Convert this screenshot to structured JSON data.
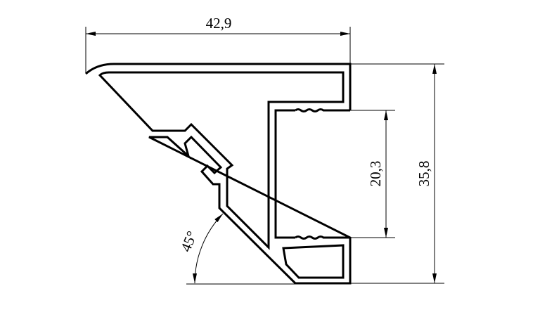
{
  "title": "Aluminium profile cross-section",
  "dimensions": {
    "width": "42,9",
    "height": "35,8",
    "opening": "20,3",
    "angle": "45°"
  },
  "colors": {
    "line": "#000000",
    "background": "#ffffff"
  }
}
